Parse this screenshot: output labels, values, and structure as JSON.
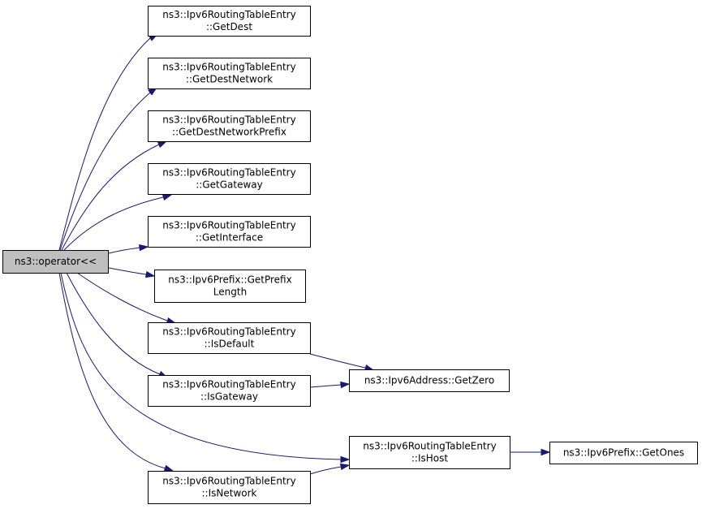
{
  "diagram": {
    "title": "",
    "colors": {
      "edge": "#191970",
      "node_border": "#000000",
      "node_fill": "#ffffff",
      "root_fill": "#bfbfbf"
    },
    "nodes": [
      {
        "id": "root",
        "lines": [
          "ns3::operator<<"
        ],
        "root": true
      },
      {
        "id": "getdest",
        "lines": [
          "ns3::Ipv6RoutingTableEntry",
          "::GetDest"
        ]
      },
      {
        "id": "getdestnetwork",
        "lines": [
          "ns3::Ipv6RoutingTableEntry",
          "::GetDestNetwork"
        ]
      },
      {
        "id": "getdestnetworkprefix",
        "lines": [
          "ns3::Ipv6RoutingTableEntry",
          "::GetDestNetworkPrefix"
        ]
      },
      {
        "id": "getgateway",
        "lines": [
          "ns3::Ipv6RoutingTableEntry",
          "::GetGateway"
        ]
      },
      {
        "id": "getinterface",
        "lines": [
          "ns3::Ipv6RoutingTableEntry",
          "::GetInterface"
        ]
      },
      {
        "id": "getprefixlength",
        "lines": [
          "ns3::Ipv6Prefix::GetPrefix",
          "Length"
        ]
      },
      {
        "id": "isdefault",
        "lines": [
          "ns3::Ipv6RoutingTableEntry",
          "::IsDefault"
        ]
      },
      {
        "id": "isgateway",
        "lines": [
          "ns3::Ipv6RoutingTableEntry",
          "::IsGateway"
        ]
      },
      {
        "id": "isnetwork",
        "lines": [
          "ns3::Ipv6RoutingTableEntry",
          "::IsNetwork"
        ]
      },
      {
        "id": "getzero",
        "lines": [
          "ns3::Ipv6Address::GetZero"
        ]
      },
      {
        "id": "ishost",
        "lines": [
          "ns3::Ipv6RoutingTableEntry",
          "::IsHost"
        ]
      },
      {
        "id": "getones",
        "lines": [
          "ns3::Ipv6Prefix::GetOnes"
        ]
      }
    ],
    "edges": [
      {
        "from": "root",
        "to": "getdest"
      },
      {
        "from": "root",
        "to": "getdestnetwork"
      },
      {
        "from": "root",
        "to": "getdestnetworkprefix"
      },
      {
        "from": "root",
        "to": "getgateway"
      },
      {
        "from": "root",
        "to": "getinterface"
      },
      {
        "from": "root",
        "to": "getprefixlength"
      },
      {
        "from": "root",
        "to": "isdefault"
      },
      {
        "from": "root",
        "to": "isgateway"
      },
      {
        "from": "root",
        "to": "ishost"
      },
      {
        "from": "root",
        "to": "isnetwork"
      },
      {
        "from": "isdefault",
        "to": "getzero"
      },
      {
        "from": "isgateway",
        "to": "getzero"
      },
      {
        "from": "isnetwork",
        "to": "ishost"
      },
      {
        "from": "ishost",
        "to": "getones"
      }
    ]
  }
}
